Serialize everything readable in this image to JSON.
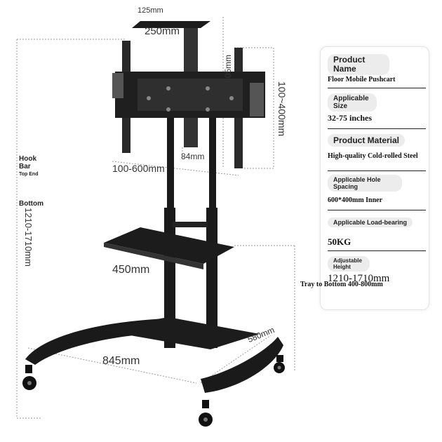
{
  "dimensions": {
    "plate_depth": "125mm",
    "plate_width": "250mm",
    "vertical_hole": "605mm",
    "vesa_vertical": "100~400mm",
    "vesa_horizontal": "100-600mm",
    "center_spacing": "84mm",
    "tray_width": "450mm",
    "base_width": "845mm",
    "base_depth": "580mm",
    "total_height": "1210-1710mm"
  },
  "side_labels": {
    "hook": "Hook",
    "bar": "Bar",
    "top_end": "Top End",
    "bottom": "Bottom"
  },
  "specs": {
    "product_name": {
      "label": "Product Name",
      "value": "Floor Mobile Pushcart"
    },
    "applicable_size": {
      "label": "Applicable Size",
      "value": "32-75 inches"
    },
    "product_material": {
      "label": "Product Material",
      "value": "High-quality Cold-rolled Steel"
    },
    "hole_spacing": {
      "label": "Applicable Hole Spacing",
      "value": "600*400mm Inner"
    },
    "load_bearing": {
      "label": "Applicable Load-bearing",
      "value": "50KG"
    },
    "adjustable_height": {
      "label": "Adjustable Height",
      "value": "1210-1710mm"
    },
    "tray_to_bottom": "Tray to Bottom 400-800mm"
  },
  "colors": {
    "metal": "#1c1c1c",
    "steel_light": "#555555",
    "dim_line": "#999999"
  }
}
